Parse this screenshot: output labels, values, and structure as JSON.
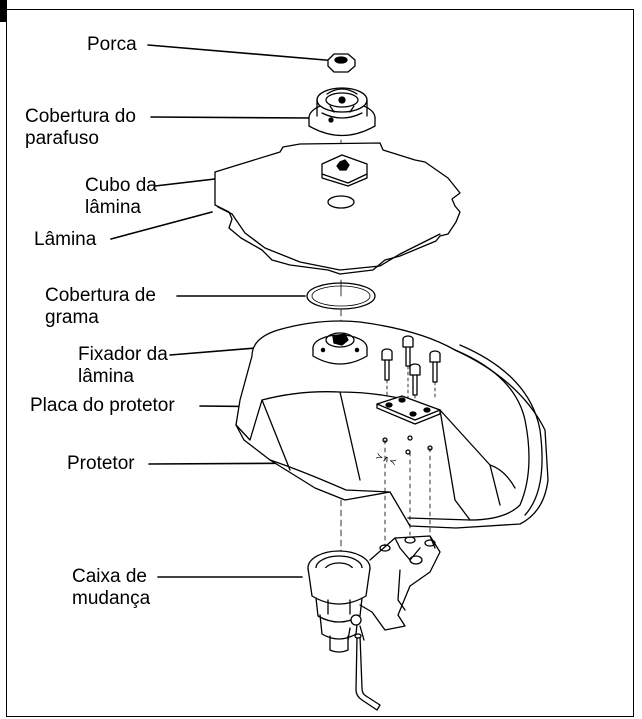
{
  "labels": {
    "porca": "Porca",
    "cobertura_parafuso_1": "Cobertura do",
    "cobertura_parafuso_2": "parafuso",
    "cubo_1": "Cubo da",
    "cubo_2": "lâmina",
    "lamina": "Lâmina",
    "cobertura_grama_1": "Cobertura de",
    "cobertura_grama_2": "grama",
    "fixador_1": "Fixador da",
    "fixador_2": "lâmina",
    "placa": "Placa do protetor",
    "protetor": "Protetor",
    "caixa_1": "Caixa de",
    "caixa_2": "mudança"
  },
  "decor": {
    "shield_marking": "≻∧≺",
    "line_color": "#000000",
    "background": "#ffffff"
  }
}
